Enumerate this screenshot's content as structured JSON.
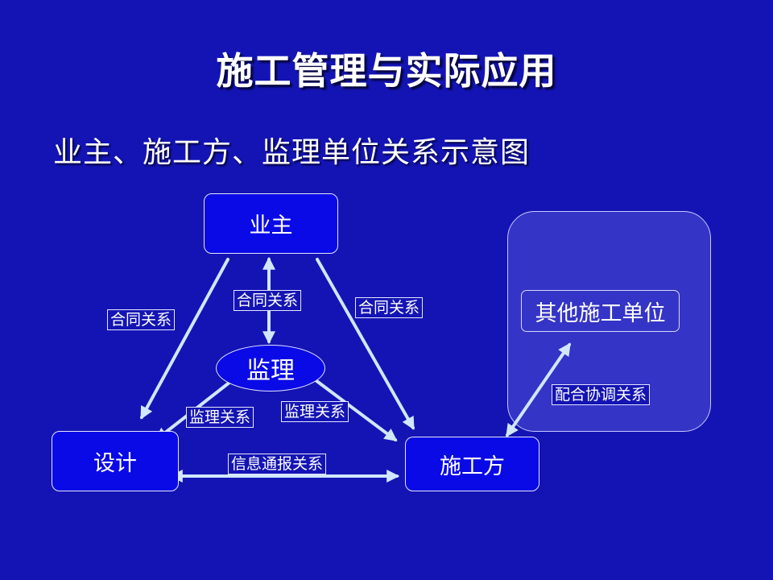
{
  "title": "施工管理与实际应用",
  "subtitle": "业主、施工方、监理单位关系示意图",
  "nodes": {
    "owner": "业主",
    "supervision": "监理",
    "design": "设计",
    "contractor": "施工方",
    "other_contractors": "其他施工单位"
  },
  "relations": {
    "owner_design": "合同关系",
    "owner_supervision": "合同关系",
    "owner_contractor": "合同关系",
    "supervision_design": "监理关系",
    "supervision_contractor": "监理关系",
    "design_contractor": "信息通报关系",
    "contractor_other": "配合协调关系"
  },
  "colors": {
    "background": "#1414b4",
    "box_fill": "#0a0ae6",
    "panel_fill": "#3434c6",
    "arrow": "#d2e6ff"
  }
}
